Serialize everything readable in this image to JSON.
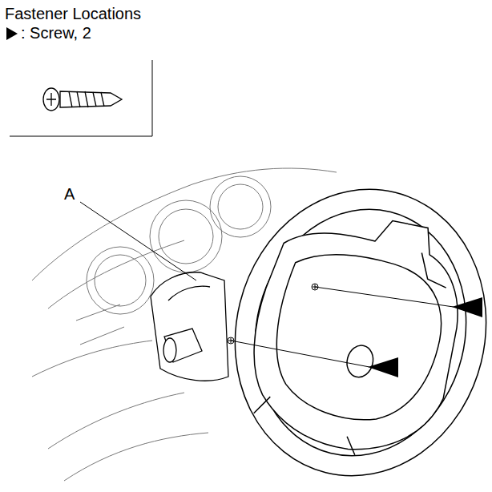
{
  "diagram": {
    "title": "Fastener Locations",
    "labels": [
      "A"
    ],
    "legend": [
      {
        "text": ": Screw, 2"
      }
    ]
  }
}
